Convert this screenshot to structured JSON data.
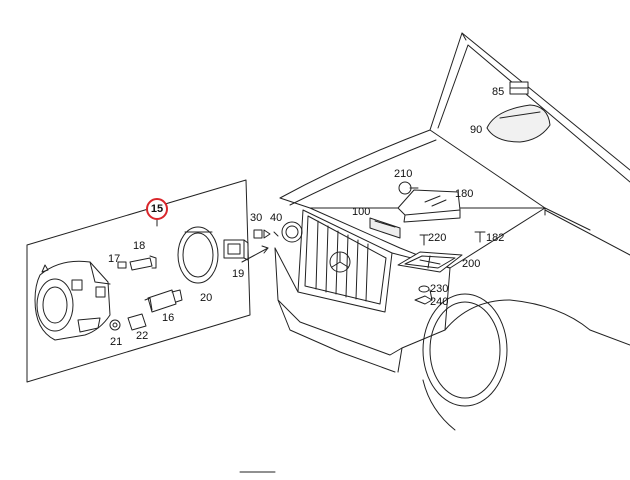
{
  "diagram": {
    "highlight_color": "#d9262b",
    "line_color": "#222222",
    "highlighted_label": "15",
    "labels": {
      "l85": "85",
      "l90": "90",
      "l210": "210",
      "l180": "180",
      "l100": "100",
      "l30": "30",
      "l40": "40",
      "l18": "18",
      "l17": "17",
      "l19": "19",
      "l20": "20",
      "l16": "16",
      "l21": "21",
      "l22": "22",
      "l220": "220",
      "l182": "182",
      "l200": "200",
      "l230": "230",
      "l240": "240"
    }
  }
}
